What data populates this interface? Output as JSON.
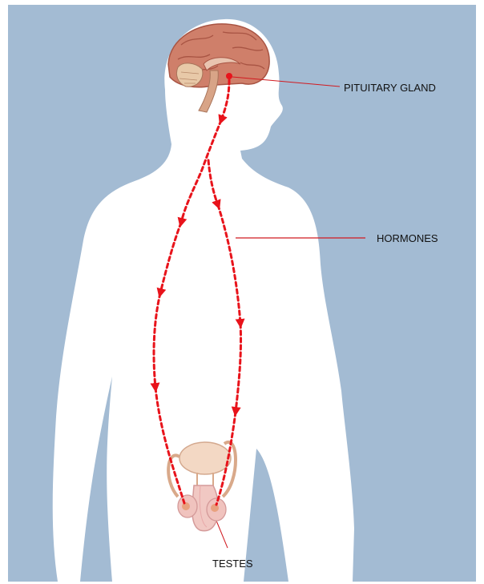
{
  "diagram": {
    "labels": {
      "pituitary": "PITUITARY GLAND",
      "hormones": "HORMONES",
      "testes": "TESTES"
    },
    "colors": {
      "background": "#A3BBD3",
      "body": "#FFFFFF",
      "arrow": "#E8131B",
      "leader": "#D11A20"
    }
  }
}
